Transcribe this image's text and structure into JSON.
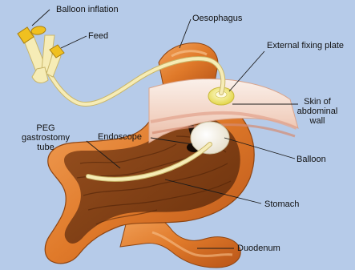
{
  "labels": {
    "balloon_inflation": "Balloon inflation",
    "feed": "Feed",
    "oesophagus": "Oesophagus",
    "external_fixing_plate": "External fixing plate",
    "skin_line1": "Skin of",
    "skin_line2": "abdominal",
    "skin_line3": "wall",
    "peg_line1": "PEG",
    "peg_line2": "gastrostomy",
    "peg_line3": "tube",
    "endoscope": "Endoscope",
    "balloon": "Balloon",
    "stomach": "Stomach",
    "duodenum": "Duodenum"
  },
  "colors": {
    "background": "#b6cbe9",
    "tube": "#f3e6a6",
    "stomach_outer": "#e07a2a",
    "stomach_inner": "#7a3c10",
    "skin": "#f5d6c8",
    "fixing_plate": "#efe56a"
  }
}
